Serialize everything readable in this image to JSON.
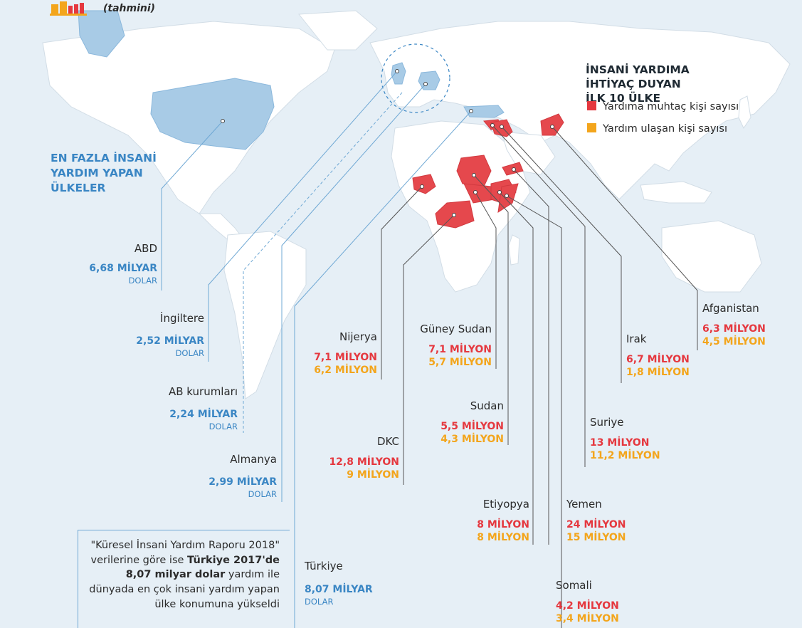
{
  "header": {
    "estimate_note": "(tahmini)"
  },
  "donors": {
    "title": "EN FAZLA İNSANİ YARDIM YAPAN ÜLKELER",
    "abd": {
      "name": "ABD",
      "amount": "6,68 MİLYAR",
      "unit": "DOLAR"
    },
    "ingiltere": {
      "name": "İngiltere",
      "amount": "2,52 MİLYAR",
      "unit": "DOLAR"
    },
    "ab": {
      "name": "AB kurumları",
      "amount": "2,24 MİLYAR",
      "unit": "DOLAR"
    },
    "almanya": {
      "name": "Almanya",
      "amount": "2,99 MİLYAR",
      "unit": "DOLAR"
    },
    "turkiye": {
      "name": "Türkiye",
      "amount": "8,07 MİLYAR",
      "unit": "DOLAR"
    }
  },
  "needs": {
    "title": "İNSANİ YARDIMA İHTİYAÇ DUYAN İLK 10 ÜLKE",
    "legend": {
      "need": "Yardıma muhtaç kişi sayısı",
      "reached": "Yardım ulaşan kişi sayısı"
    },
    "nijerya": {
      "name": "Nijerya",
      "need": "7,1 MİLYON",
      "reached": "6,2 MİLYON"
    },
    "guney_sudan": {
      "name": "Güney Sudan",
      "need": "7,1 MİLYON",
      "reached": "5,7 MİLYON"
    },
    "sudan": {
      "name": "Sudan",
      "need": "5,5 MİLYON",
      "reached": "4,3 MİLYON"
    },
    "dkc": {
      "name": "DKC",
      "need": "12,8 MİLYON",
      "reached": "9 MİLYON"
    },
    "etiyopya": {
      "name": "Etiyopya",
      "need": "8 MİLYON",
      "reached": "8 MİLYON"
    },
    "yemen": {
      "name": "Yemen",
      "need": "24 MİLYON",
      "reached": "15 MİLYON"
    },
    "somali": {
      "name": "Somali",
      "need": "4,2 MİLYON",
      "reached": "3,4 MİLYON"
    },
    "suriye": {
      "name": "Suriye",
      "need": "13 MİLYON",
      "reached": "11,2 MİLYON"
    },
    "irak": {
      "name": "Irak",
      "need": "6,7 MİLYON",
      "reached": "1,8 MİLYON"
    },
    "afganistan": {
      "name": "Afganistan",
      "need": "6,3 MİLYON",
      "reached": "4,5 MİLYON"
    }
  },
  "note": {
    "part1": "\"Küresel İnsani Yardım Raporu 2018\" verilerine göre ise ",
    "bold": "Türkiye 2017'de 8,07 milyar dolar",
    "part2": " yardım ile dünyada en çok insani yardım yapan ülke konumuna yükseldi"
  },
  "colors": {
    "need": "#e5383f",
    "reached": "#f3a51c",
    "donor": "#3a86c4",
    "land": "#ffffff",
    "sea": "#e6eff6"
  }
}
